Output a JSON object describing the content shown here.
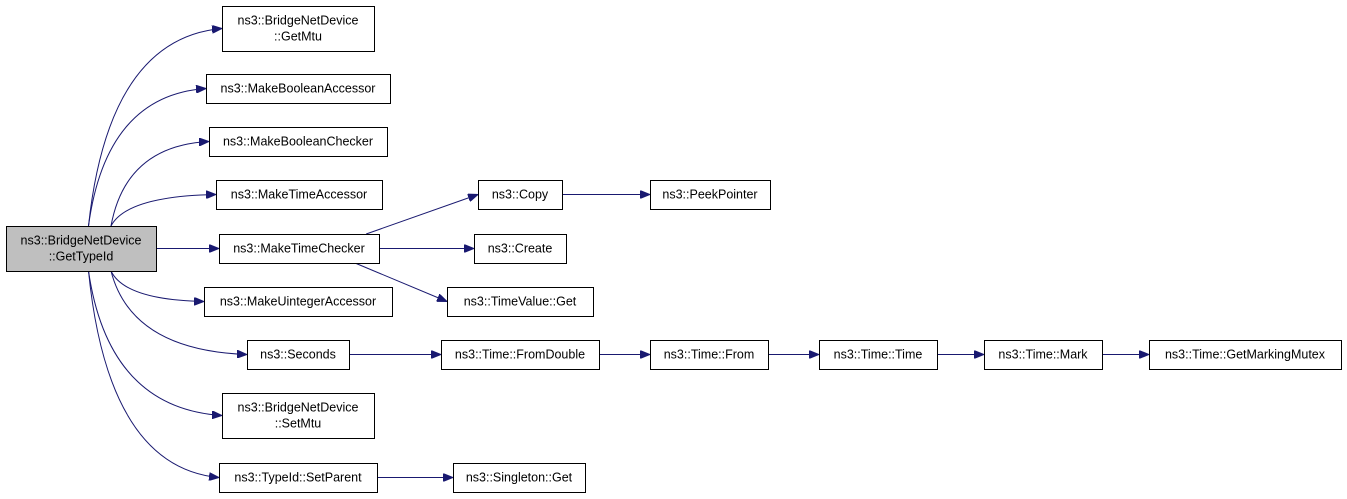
{
  "colors": {
    "edge": "#191970",
    "node_border": "#000000",
    "node_fill": "#ffffff",
    "root_fill": "#bfbfbf"
  },
  "nodes": [
    {
      "id": "root",
      "lines": [
        "ns3::BridgeNetDevice",
        "::GetTypeId"
      ],
      "root": true
    },
    {
      "id": "getmtu",
      "lines": [
        "ns3::BridgeNetDevice",
        "::GetMtu"
      ]
    },
    {
      "id": "mkboolacc",
      "lines": [
        "ns3::MakeBooleanAccessor"
      ]
    },
    {
      "id": "mkboolchk",
      "lines": [
        "ns3::MakeBooleanChecker"
      ]
    },
    {
      "id": "mktimeacc",
      "lines": [
        "ns3::MakeTimeAccessor"
      ]
    },
    {
      "id": "mktimechk",
      "lines": [
        "ns3::MakeTimeChecker"
      ]
    },
    {
      "id": "mkuintacc",
      "lines": [
        "ns3::MakeUintegerAccessor"
      ]
    },
    {
      "id": "seconds",
      "lines": [
        "ns3::Seconds"
      ]
    },
    {
      "id": "setmtu",
      "lines": [
        "ns3::BridgeNetDevice",
        "::SetMtu"
      ]
    },
    {
      "id": "setparent",
      "lines": [
        "ns3::TypeId::SetParent"
      ]
    },
    {
      "id": "copy",
      "lines": [
        "ns3::Copy"
      ]
    },
    {
      "id": "peek",
      "lines": [
        "ns3::PeekPointer"
      ]
    },
    {
      "id": "create",
      "lines": [
        "ns3::Create"
      ]
    },
    {
      "id": "tvget",
      "lines": [
        "ns3::TimeValue::Get"
      ]
    },
    {
      "id": "fromdouble",
      "lines": [
        "ns3::Time::FromDouble"
      ]
    },
    {
      "id": "from",
      "lines": [
        "ns3::Time::From"
      ]
    },
    {
      "id": "time",
      "lines": [
        "ns3::Time::Time"
      ]
    },
    {
      "id": "mark",
      "lines": [
        "ns3::Time::Mark"
      ]
    },
    {
      "id": "mutex",
      "lines": [
        "ns3::Time::GetMarkingMutex"
      ]
    },
    {
      "id": "singleton",
      "lines": [
        "ns3::Singleton::Get"
      ]
    }
  ],
  "edges": [
    {
      "from": "root",
      "to": "getmtu"
    },
    {
      "from": "root",
      "to": "mkboolacc"
    },
    {
      "from": "root",
      "to": "mkboolchk"
    },
    {
      "from": "root",
      "to": "mktimeacc"
    },
    {
      "from": "root",
      "to": "mktimechk"
    },
    {
      "from": "root",
      "to": "mkuintacc"
    },
    {
      "from": "root",
      "to": "seconds"
    },
    {
      "from": "root",
      "to": "setmtu"
    },
    {
      "from": "root",
      "to": "setparent"
    },
    {
      "from": "mktimechk",
      "to": "copy"
    },
    {
      "from": "mktimechk",
      "to": "create"
    },
    {
      "from": "mktimechk",
      "to": "tvget"
    },
    {
      "from": "copy",
      "to": "peek"
    },
    {
      "from": "seconds",
      "to": "fromdouble"
    },
    {
      "from": "fromdouble",
      "to": "from"
    },
    {
      "from": "from",
      "to": "time"
    },
    {
      "from": "time",
      "to": "mark"
    },
    {
      "from": "mark",
      "to": "mutex"
    },
    {
      "from": "setparent",
      "to": "singleton"
    }
  ]
}
